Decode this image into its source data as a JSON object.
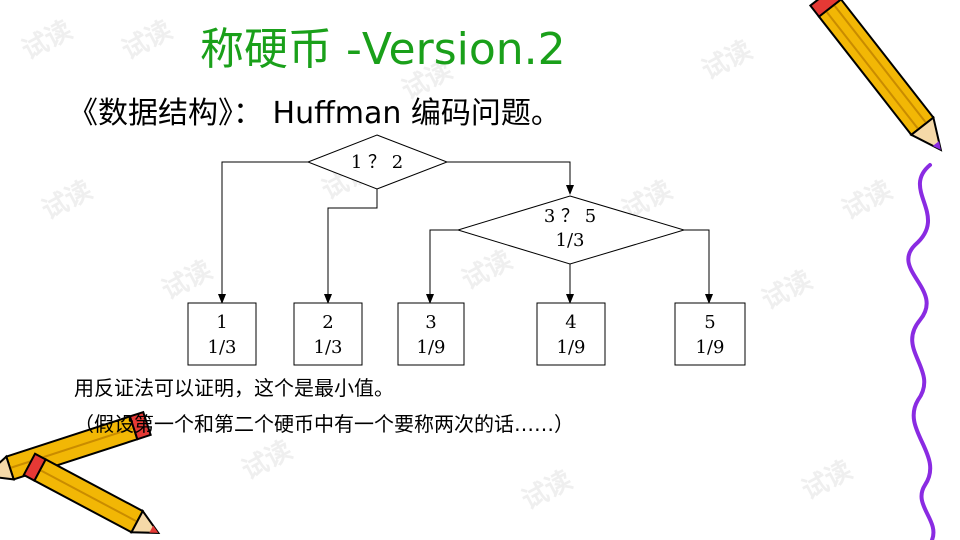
{
  "slide": {
    "title": "称硬币 -Version.2",
    "subtitle": "《数据结构》： Huffman 编码问题。",
    "body_lines": [
      "用反证法可以证明，这个是最小值。",
      "（假设第一个和第二个硬币中有一个要称两次的话……）"
    ],
    "watermark_text": "试读"
  },
  "diagram": {
    "root_label": "1 ？ 2",
    "second_decision": {
      "line1": "3 ？ 5",
      "line2": "1/3"
    },
    "leaves": [
      {
        "top": "1",
        "bottom": "1/3"
      },
      {
        "top": "2",
        "bottom": "1/3"
      },
      {
        "top": "3",
        "bottom": "1/9"
      },
      {
        "top": "4",
        "bottom": "1/9"
      },
      {
        "top": "5",
        "bottom": "1/9"
      }
    ]
  },
  "colors": {
    "title": "#1aa01a",
    "text": "#000000",
    "squiggle": "#8a2be2",
    "pencil_body": "#f2b705",
    "pencil_tip": "#e53935"
  },
  "decorations": [
    "pencil-icon",
    "purple-squiggle"
  ]
}
